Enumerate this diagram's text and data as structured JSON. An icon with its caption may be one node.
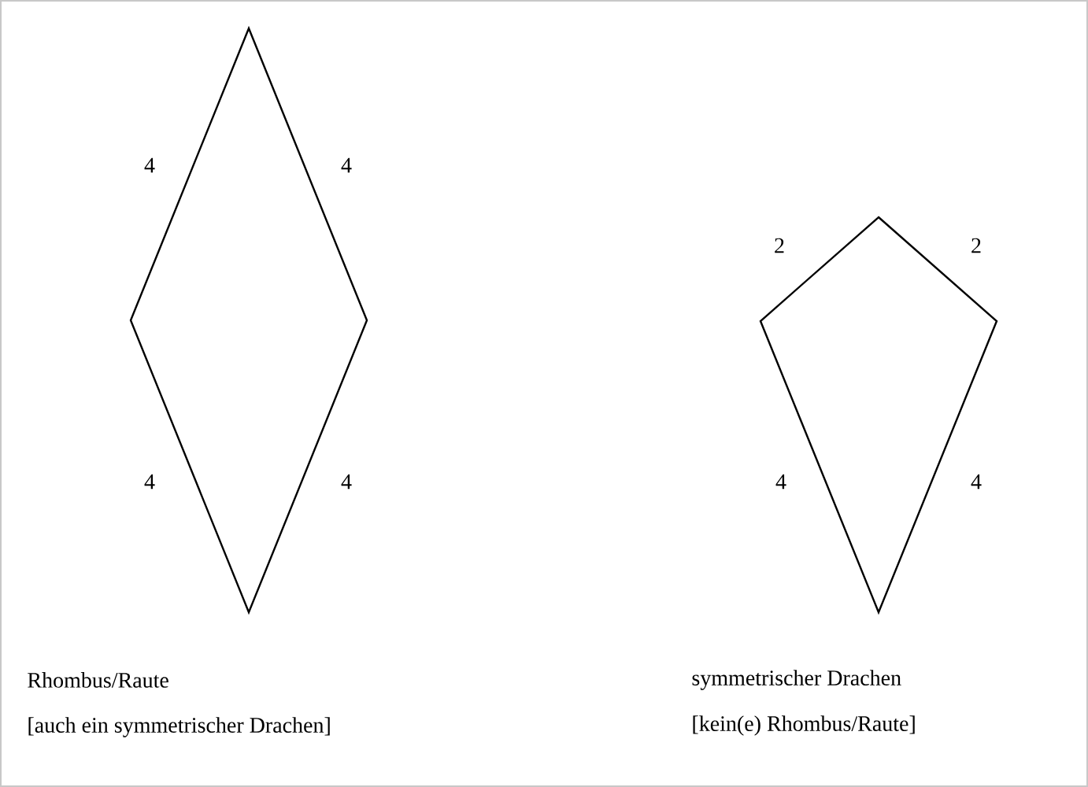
{
  "diagram": {
    "nodes": [
      {
        "text": [],
        "shape": "diamond",
        "beside": [
          "4",
          "4",
          "4",
          "4",
          "Rhombus/Raute",
          "[auch ein symmetrischer Drachen]"
        ]
      },
      {
        "text": [],
        "shape": "kite",
        "beside": [
          "2",
          "2",
          "4",
          "4",
          "symmetrischer Drachen",
          "[kein(e) Rhombus/Raute]"
        ]
      }
    ]
  }
}
